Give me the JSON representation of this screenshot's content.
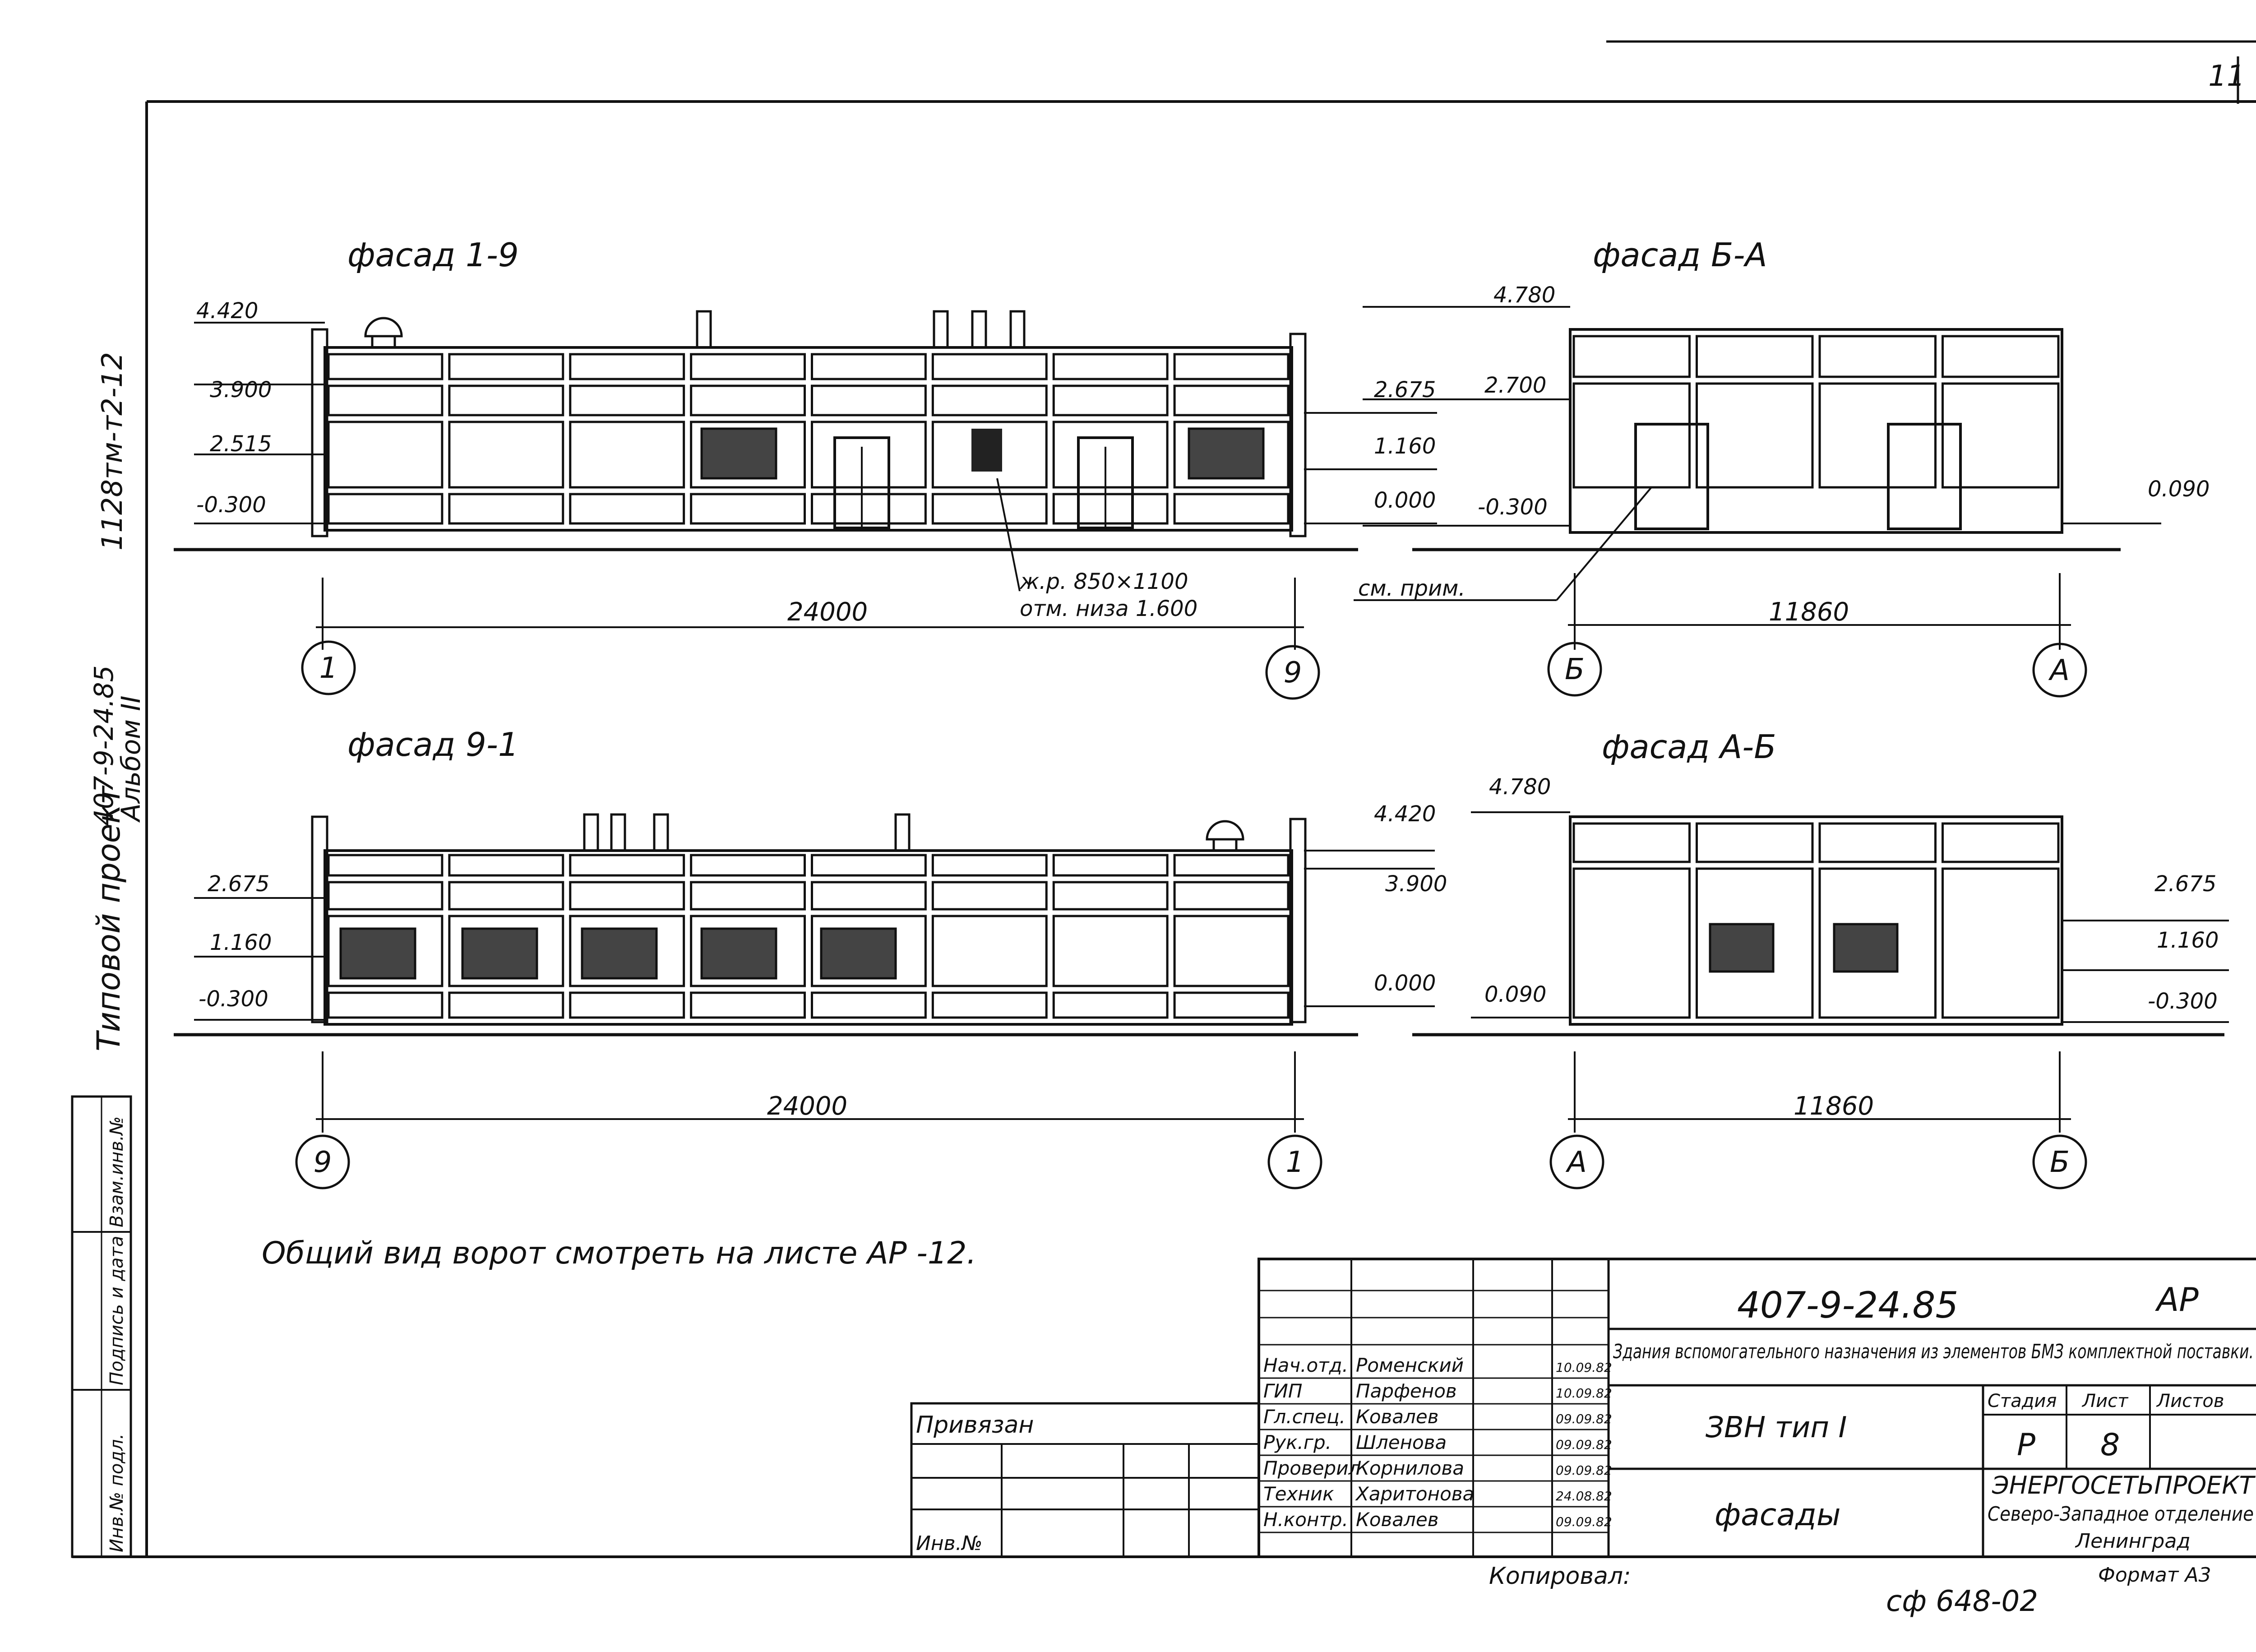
{
  "sheet": {
    "page_number": "11",
    "side_code": "1128тм-т2-12",
    "side_project_type": "Типовой проект",
    "side_project_number": "407-9-24.85",
    "side_album": "Альбом II",
    "stamp_col_1": "Взам.инв.№",
    "stamp_col_2": "Подпись и дата",
    "stamp_col_3": "Инв.№ подл.",
    "general_note": "Общий вид ворот смотреть на листе АР -12.",
    "copied_by": "Копировал:",
    "order_code": "сф 648-02",
    "format": "Формат А3"
  },
  "facades": {
    "f19": {
      "title": "фасад 1-9",
      "levels_left": [
        "4.420",
        "3.900",
        "2.515",
        "-0.300"
      ],
      "levels_right": [
        "2.675",
        "1.160",
        "0.000"
      ],
      "dimension": "24000",
      "axis_left": "1",
      "axis_right": "9",
      "callout_line1": "ж.р. 850×1100",
      "callout_line2": "отм. низа 1.600"
    },
    "fba": {
      "title": "фасад Б-А",
      "levels_left": [
        "4.780",
        "2.700",
        "-0.300"
      ],
      "level_right": "0.090",
      "dimension": "11860",
      "axis_left": "Б",
      "axis_right": "А",
      "callout": "см. прим."
    },
    "f91": {
      "title": "фасад 9-1",
      "levels_left": [
        "2.675",
        "1.160",
        "-0.300"
      ],
      "levels_right": [
        "4.420",
        "3.900",
        "0.000"
      ],
      "dimension": "24000",
      "axis_left": "9",
      "axis_right": "1"
    },
    "fab": {
      "title": "фасад А-Б",
      "levels_left": [
        "4.780",
        "0.090"
      ],
      "levels_right": [
        "2.675",
        "1.160",
        "-0.300"
      ],
      "dimension": "11860",
      "axis_left": "А",
      "axis_right": "Б"
    }
  },
  "title_block": {
    "doc_code": "407-9-24.85",
    "mark": "АР",
    "title": "Здания вспомогательного назначения из элементов БМЗ комплектной поставки.",
    "object": "ЗВН тип I",
    "sheet_name": "фасады",
    "stage_header": "Стадия",
    "sheet_header": "Лист",
    "sheets_header": "Листов",
    "stage": "Р",
    "sheet": "8",
    "org_line1": "ЭНЕРГОСЕТЬПРОЕКТ",
    "org_line2": "Северо-Западное отделение",
    "org_line3": "Ленинград",
    "linked": "Привязан",
    "inv": "Инв.№",
    "staff": [
      {
        "role": "Нач.отд.",
        "name": "Роменский",
        "date": "10.09.82"
      },
      {
        "role": "ГИП",
        "name": "Парфенов",
        "date": "10.09.82"
      },
      {
        "role": "Гл.спец.",
        "name": "Ковалев",
        "date": "09.09.82"
      },
      {
        "role": "Рук.гр.",
        "name": "Шленова",
        "date": "09.09.82"
      },
      {
        "role": "Проверил",
        "name": "Корнилова",
        "date": "09.09.82"
      },
      {
        "role": "Техник",
        "name": "Харитонова",
        "date": "24.08.82"
      },
      {
        "role": "Н.контр.",
        "name": "Ковалев",
        "date": "09.09.82"
      }
    ]
  }
}
